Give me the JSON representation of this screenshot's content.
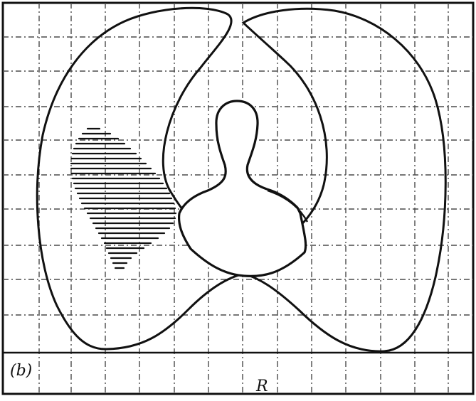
{
  "figure": {
    "panel_label": "(b)",
    "point_label": "R",
    "colors": {
      "background": "#ffffff",
      "ink": "#111111",
      "grid": "#4a4a4a"
    },
    "grid": true,
    "grid_style": "dashed",
    "icons": [
      "head-and-shoulders-silhouette",
      "hatched-region"
    ]
  }
}
